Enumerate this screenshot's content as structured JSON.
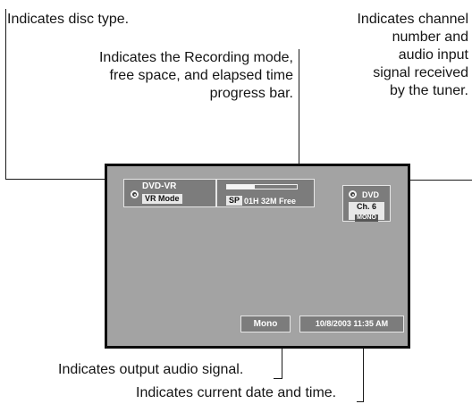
{
  "annotations": {
    "disc_type": "Indicates disc type.",
    "rec_mode": [
      "Indicates the Recording mode,",
      "free space, and elapsed time",
      "progress bar."
    ],
    "channel": [
      "Indicates channel",
      "number and",
      "audio input",
      "signal received",
      "by the tuner."
    ],
    "output_audio": "Indicates output audio signal.",
    "date_time": "Indicates current date and time."
  },
  "osd": {
    "disc_type": "DVD-VR",
    "disc_mode": "VR Mode",
    "rec_mode": "SP",
    "free_space": "01H 32M Free",
    "progress_fraction": 0.4,
    "source": "DVD",
    "channel": "Ch. 6",
    "tuner_audio": "MONO",
    "output_audio": "Mono",
    "date_time": "10/8/2003 11:35 AM"
  }
}
